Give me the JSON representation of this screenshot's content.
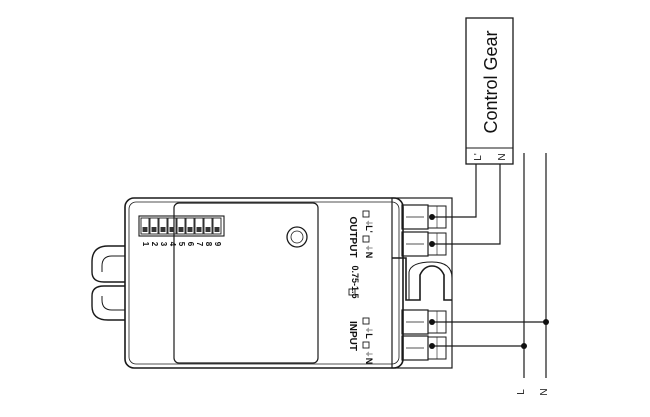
{
  "control_gear": {
    "label": "Control Gear",
    "terminal_l": "L'",
    "terminal_n": "N"
  },
  "device": {
    "output_label": "OUTPUT",
    "input_label": "INPUT",
    "wire_size": "0.75-1.5",
    "output_terminals": [
      "L'",
      "N"
    ],
    "input_terminals": [
      "L",
      "N"
    ],
    "ground_symbol": "⏚",
    "dip_numbers": [
      "1",
      "2",
      "3",
      "4",
      "5",
      "6",
      "7",
      "8",
      "9"
    ]
  },
  "mains": {
    "line_label": "L",
    "neutral_label": "N"
  }
}
